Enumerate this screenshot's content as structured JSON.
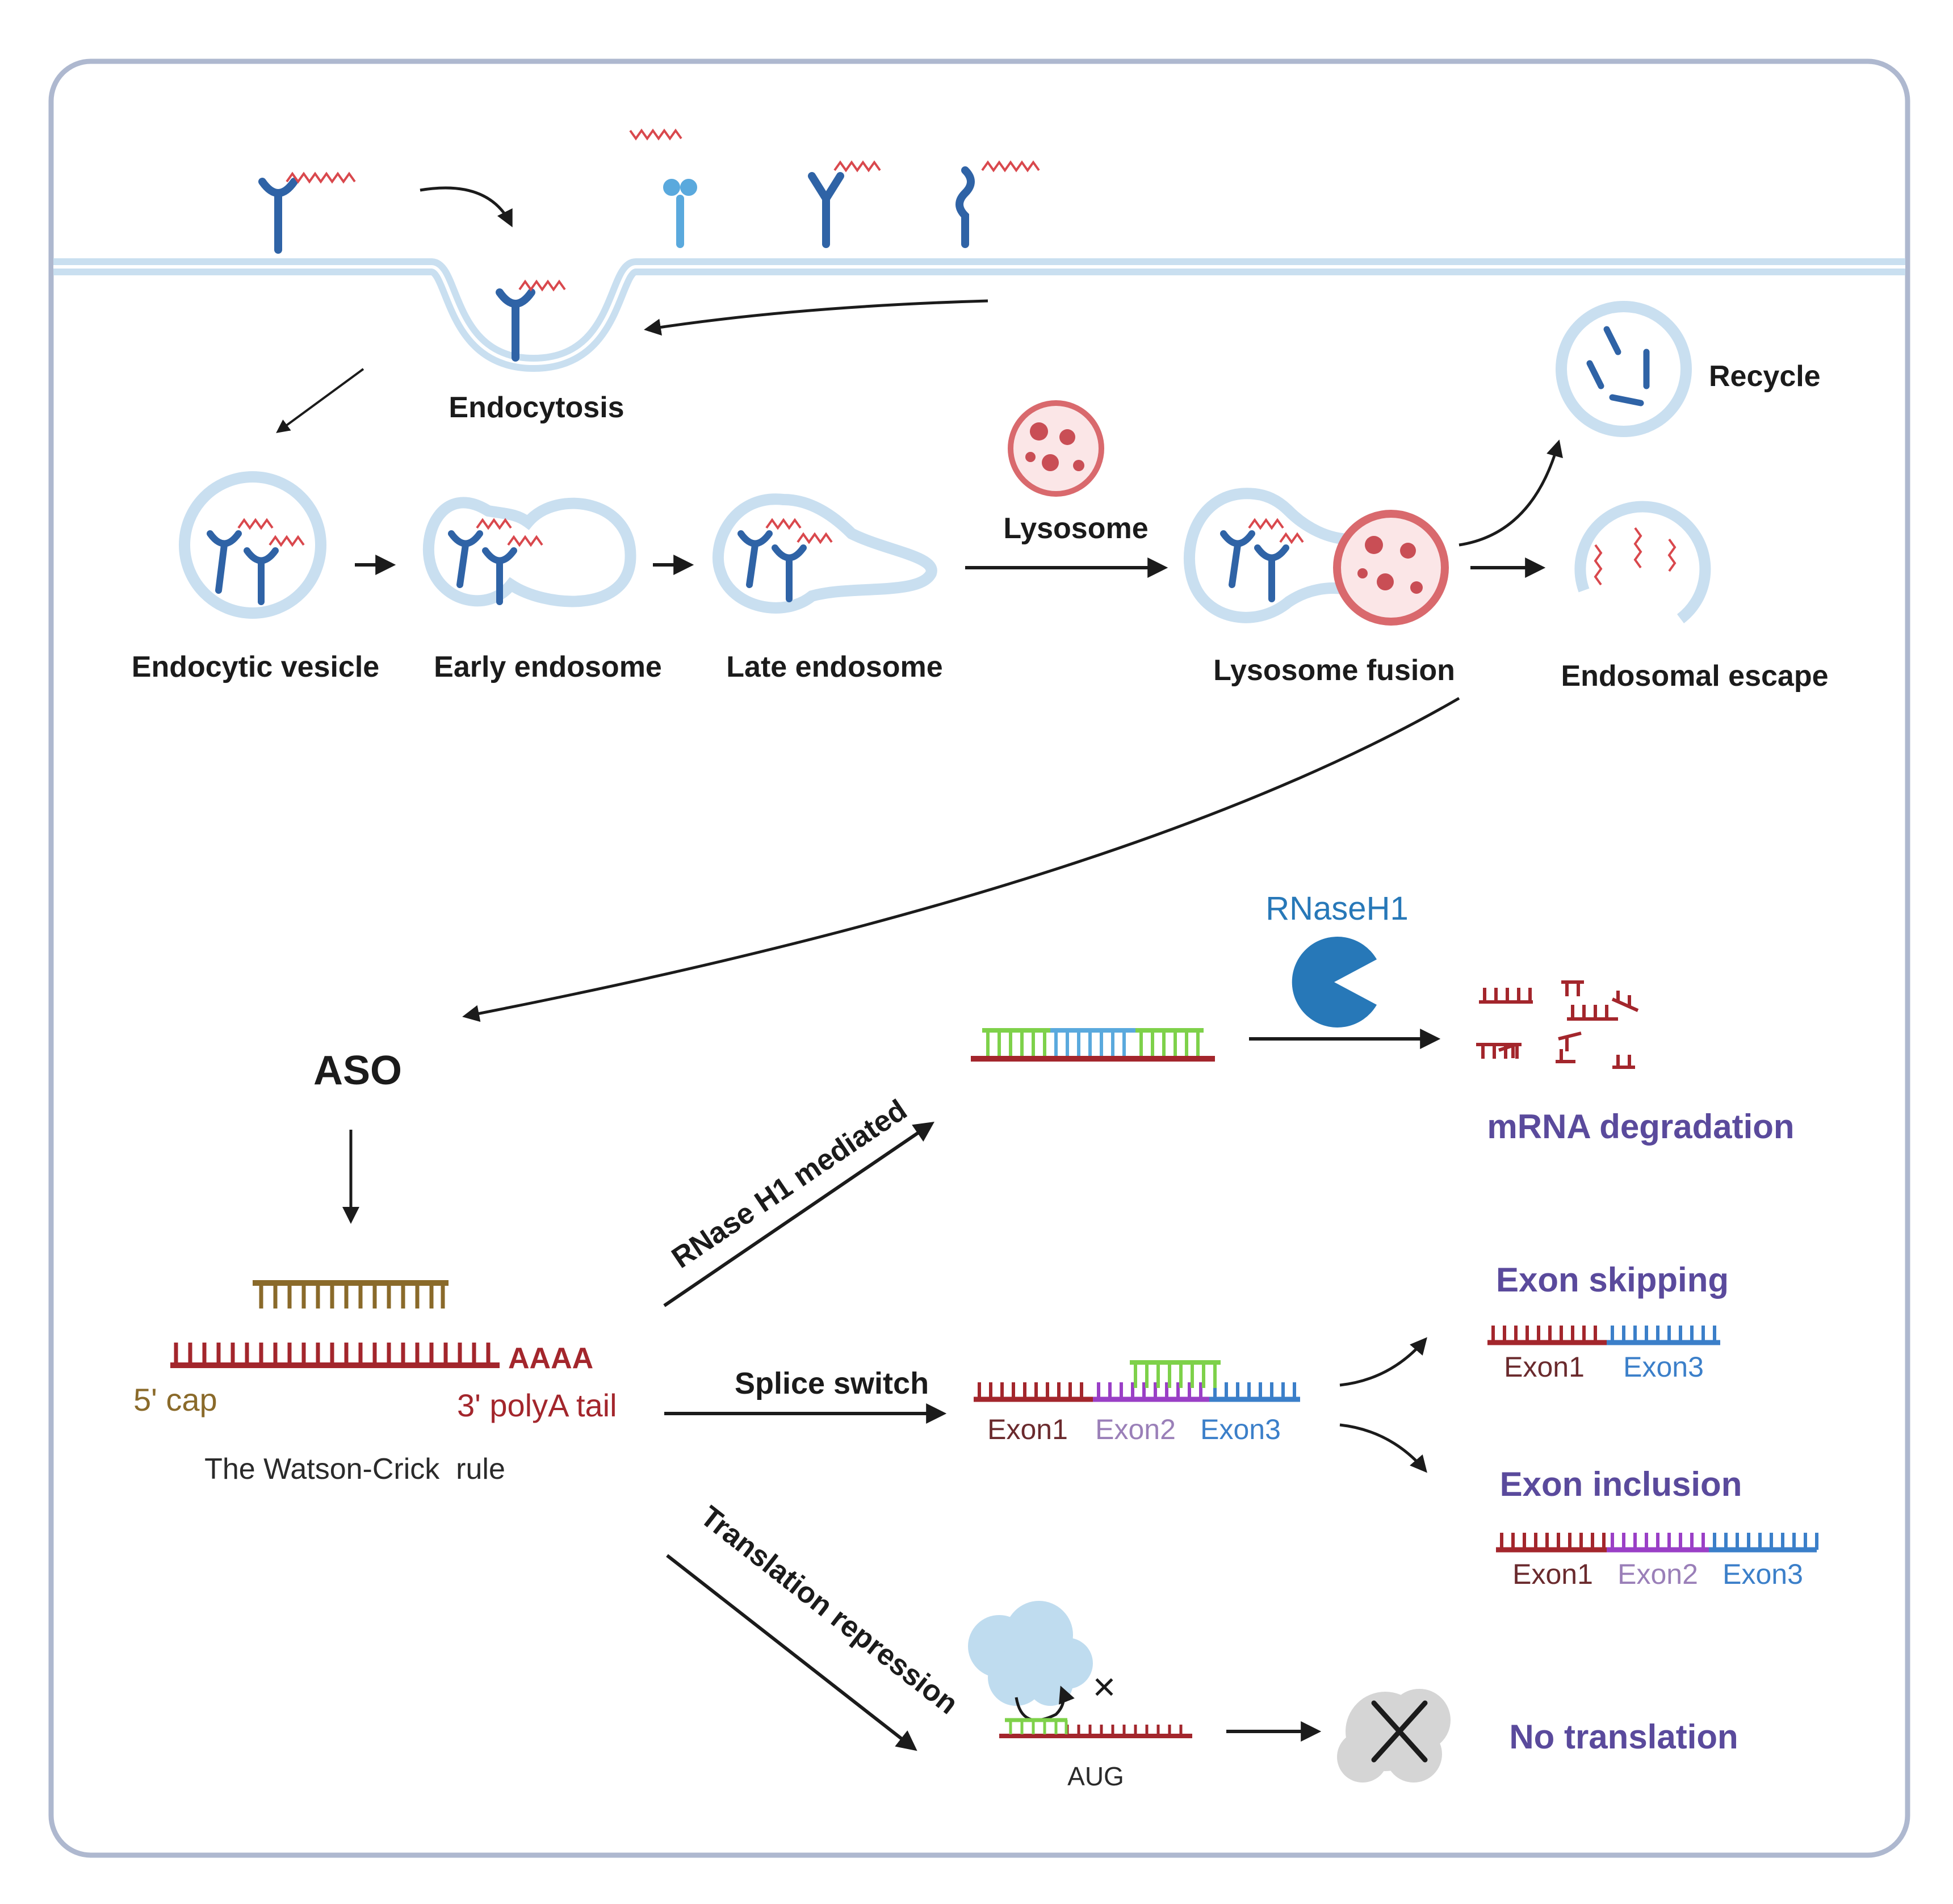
{
  "labels": {
    "endocytosis": "Endocytosis",
    "recycle": "Recycle",
    "lysosome": "Lysosome",
    "endocytic_vesicle": "Endocytic vesicle",
    "early_endosome": "Early endosome",
    "late_endosome": "Late endosome",
    "lysosome_fusion": "Lysosome fusion",
    "endosomal_escape": "Endosomal escape",
    "rnaseh1": "RNaseH1",
    "aso": "ASO",
    "mrna_degradation": "mRNA degradation",
    "rnase_h1_mediated": "RNase H1 mediated",
    "splice_switch": "Splice switch",
    "translation_repression": "Translation repression",
    "polya": "AAAA",
    "five_cap": "5' cap",
    "three_polya_tail": "3' polyA tail",
    "watson_crick": "The Watson-Crick  rule",
    "exon_skipping": "Exon skipping",
    "exon_inclusion": "Exon inclusion",
    "exon1": "Exon1",
    "exon2": "Exon2",
    "exon3": "Exon3",
    "aug": "AUG",
    "no_translation": "No translation"
  },
  "colors": {
    "frame": "#aeb8cf",
    "membrane": "#c9dff0",
    "receptor": "#2f63a6",
    "aso_strand": "#d9484d",
    "mrna": "#a3262c",
    "aso_brown": "#8a6a2a",
    "green": "#7ed14a",
    "blue": "#5aa9dd",
    "purple_text": "#5a4a9c",
    "exon2_purple": "#9a3fc6",
    "exon3_blue": "#3b7fc9",
    "rnaseh1_blue": "#2778b8",
    "lysosome_red": "#d9696d"
  }
}
